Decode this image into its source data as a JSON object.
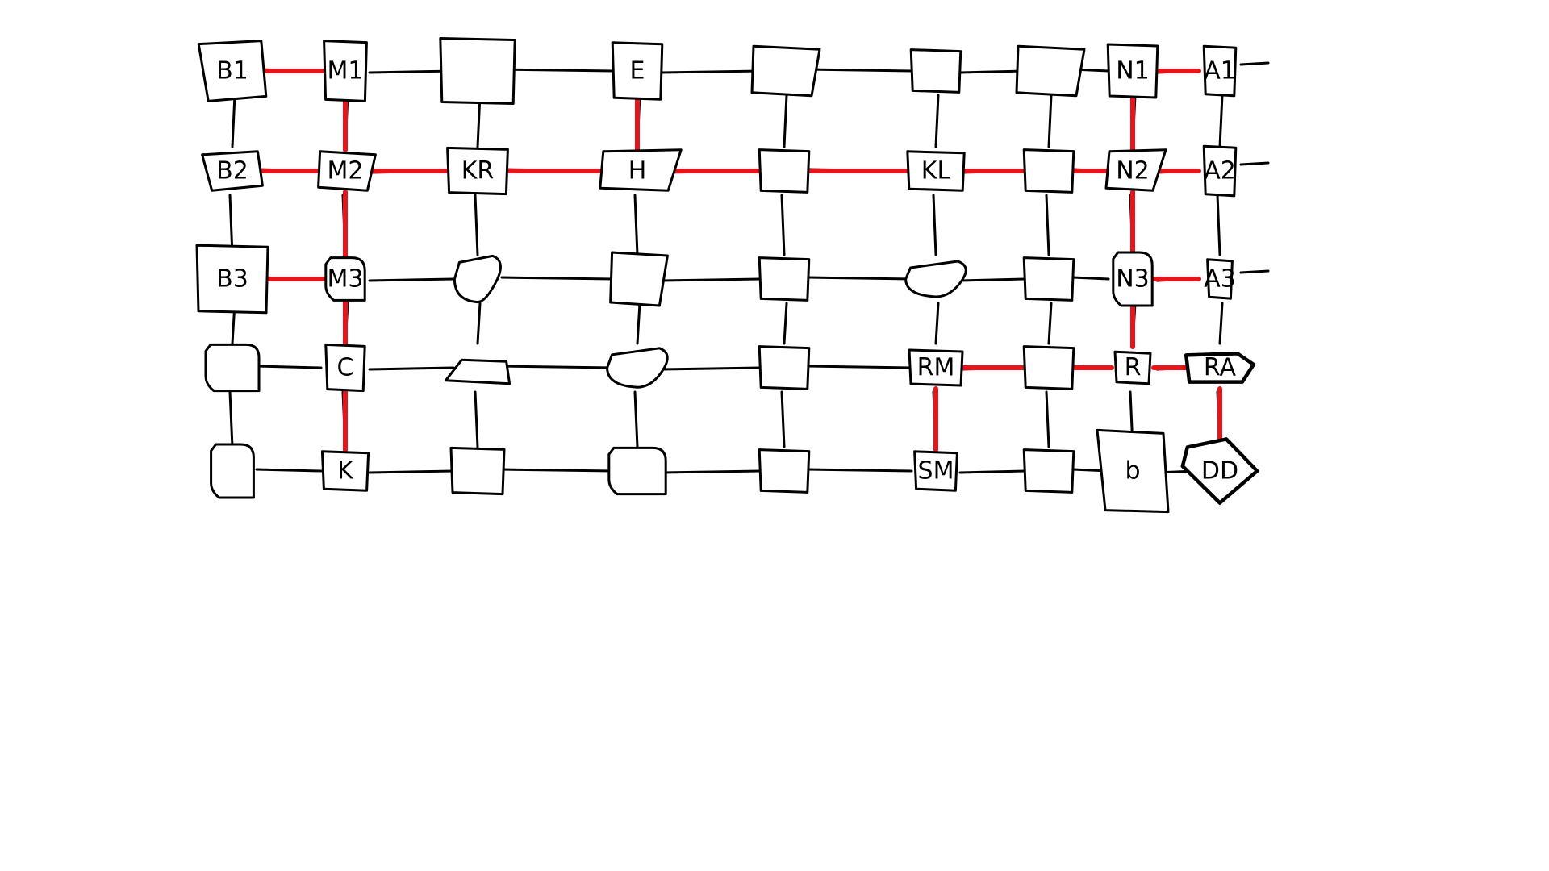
{
  "colors": {
    "line": "#000000",
    "path": "#e8141c",
    "background": "#ffffff"
  },
  "grid": {
    "rows": 5,
    "cols": 9,
    "nodes": [
      {
        "id": "r0c0",
        "label": "B1"
      },
      {
        "id": "r0c1",
        "label": "M1"
      },
      {
        "id": "r0c2",
        "label": ""
      },
      {
        "id": "r0c3",
        "label": "E"
      },
      {
        "id": "r0c4",
        "label": ""
      },
      {
        "id": "r0c5",
        "label": ""
      },
      {
        "id": "r0c6",
        "label": ""
      },
      {
        "id": "r0c7",
        "label": "N1"
      },
      {
        "id": "r0c8",
        "label": "A1"
      },
      {
        "id": "r1c0",
        "label": "B2"
      },
      {
        "id": "r1c1",
        "label": "M2"
      },
      {
        "id": "r1c2",
        "label": "KR"
      },
      {
        "id": "r1c3",
        "label": "H"
      },
      {
        "id": "r1c4",
        "label": ""
      },
      {
        "id": "r1c5",
        "label": "KL"
      },
      {
        "id": "r1c6",
        "label": ""
      },
      {
        "id": "r1c7",
        "label": "N2"
      },
      {
        "id": "r1c8",
        "label": "A2"
      },
      {
        "id": "r2c0",
        "label": "B3"
      },
      {
        "id": "r2c1",
        "label": "M3"
      },
      {
        "id": "r2c2",
        "label": ""
      },
      {
        "id": "r2c3",
        "label": ""
      },
      {
        "id": "r2c4",
        "label": ""
      },
      {
        "id": "r2c5",
        "label": ""
      },
      {
        "id": "r2c6",
        "label": ""
      },
      {
        "id": "r2c7",
        "label": "N3"
      },
      {
        "id": "r2c8",
        "label": "A3"
      },
      {
        "id": "r3c0",
        "label": ""
      },
      {
        "id": "r3c1",
        "label": "C"
      },
      {
        "id": "r3c2",
        "label": ""
      },
      {
        "id": "r3c3",
        "label": ""
      },
      {
        "id": "r3c4",
        "label": ""
      },
      {
        "id": "r3c5",
        "label": "RM"
      },
      {
        "id": "r3c6",
        "label": ""
      },
      {
        "id": "r3c7",
        "label": "R"
      },
      {
        "id": "r3c8",
        "label": "RA"
      },
      {
        "id": "r4c0",
        "label": ""
      },
      {
        "id": "r4c1",
        "label": "K"
      },
      {
        "id": "r4c2",
        "label": ""
      },
      {
        "id": "r4c3",
        "label": ""
      },
      {
        "id": "r4c4",
        "label": ""
      },
      {
        "id": "r4c5",
        "label": "SM"
      },
      {
        "id": "r4c6",
        "label": ""
      },
      {
        "id": "r4c7",
        "label": "b"
      },
      {
        "id": "r4c8",
        "label": "DD"
      }
    ],
    "red_path": [
      [
        "r0c0",
        "r0c1"
      ],
      [
        "r0c1",
        "r1c1"
      ],
      [
        "r1c0",
        "r1c1"
      ],
      [
        "r1c1",
        "r1c2"
      ],
      [
        "r1c1",
        "r2c1"
      ],
      [
        "r1c2",
        "r1c3"
      ],
      [
        "r0c3",
        "r1c3"
      ],
      [
        "r1c3",
        "r1c5"
      ],
      [
        "r1c5",
        "r1c7"
      ],
      [
        "r1c7",
        "r0c7"
      ],
      [
        "r0c7",
        "r0c8"
      ],
      [
        "r1c7",
        "r1c8"
      ],
      [
        "r1c7",
        "r2c7"
      ],
      [
        "r2c7",
        "r2c8"
      ],
      [
        "r2c0",
        "r2c1"
      ],
      [
        "r2c1",
        "r3c1"
      ],
      [
        "r3c1",
        "r4c1"
      ],
      [
        "r3c5",
        "r3c7"
      ],
      [
        "r3c5",
        "r4c5"
      ],
      [
        "r3c7",
        "r3c8"
      ],
      [
        "r3c8",
        "r4c8"
      ],
      [
        "r2c7",
        "r3c7"
      ]
    ]
  }
}
